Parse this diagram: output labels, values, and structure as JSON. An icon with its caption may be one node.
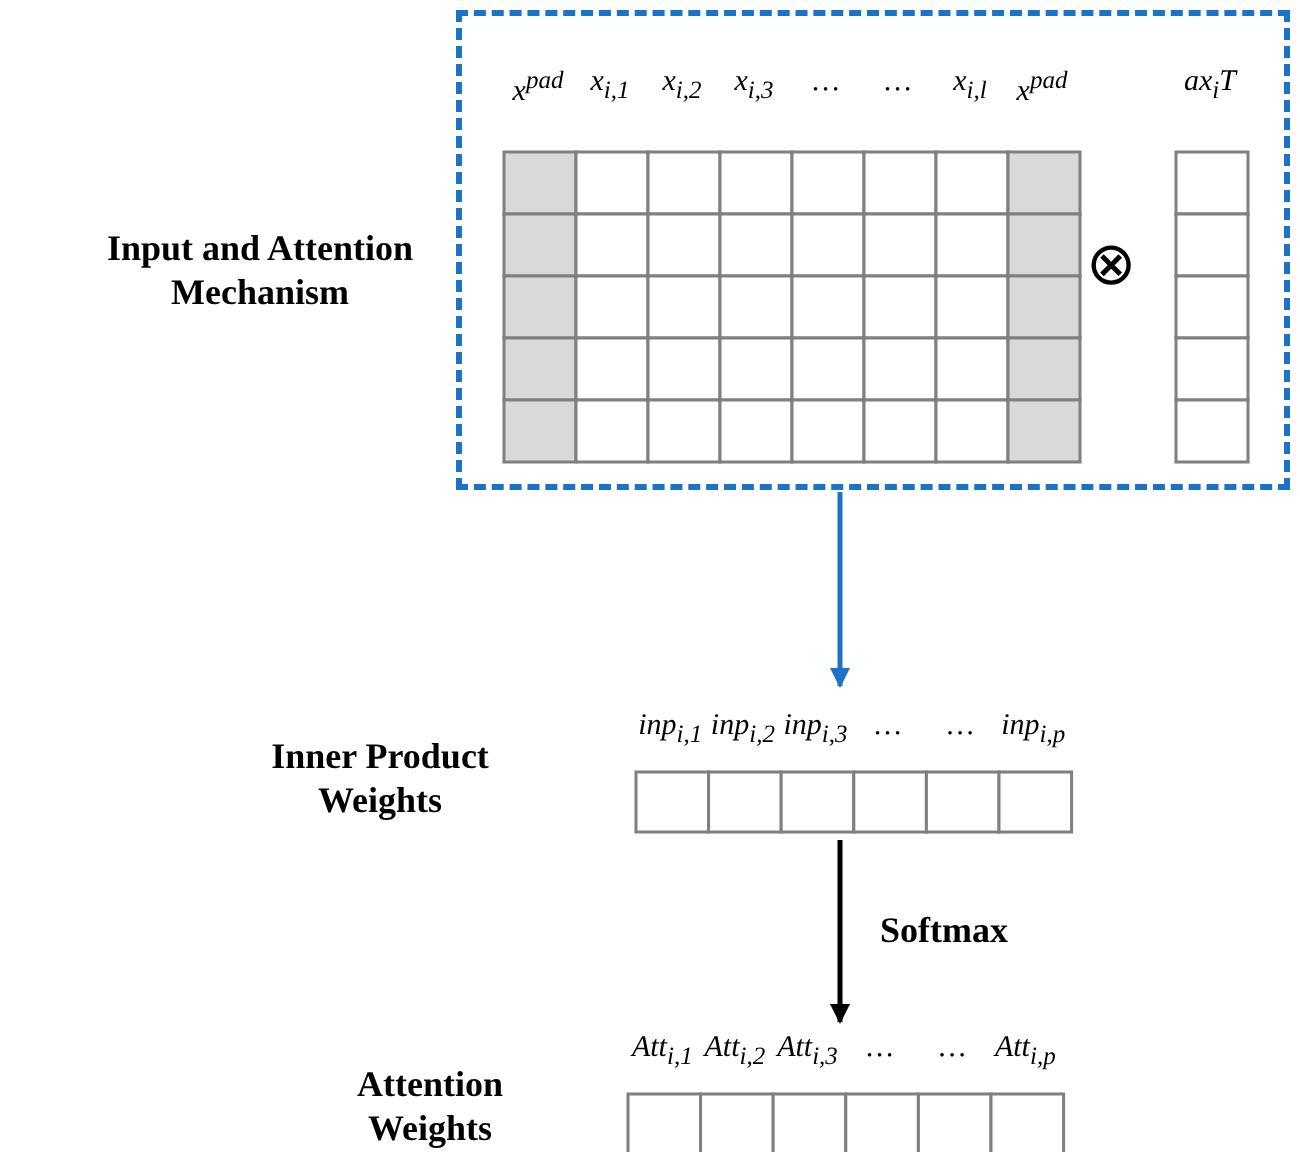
{
  "diagram": {
    "nodes": [
      {
        "text": [
          "Input and Attention Mechanism"
        ]
      },
      {
        "text": [
          "x$^{pad}$",
          "x$_{i,1}$",
          "x$_{i,2}$",
          "x$_{i,3}$",
          "…",
          "…",
          "x$_{i,l}$",
          "x$^{pad}$"
        ],
        "in": 0
      },
      {
        "text": [
          "ax$_{i}$T"
        ],
        "in": 0
      },
      {
        "text": [
          "Inner Product Weights",
          "inp$_{i,1}$",
          "inp$_{i,2}$",
          "inp$_{i,3}$",
          "…",
          "…",
          "inp$_{i,p}$"
        ]
      },
      {
        "text": [
          "Attention Weights",
          "Att$_{i,1}$",
          "Att$_{i,2}$",
          "Att$_{i,3}$",
          "…",
          "…",
          "Att$_{i,p}$"
        ]
      }
    ],
    "edges": [
      {
        "from": 0,
        "to": 3,
        "arrow": "to",
        "color": "#1a73c6"
      },
      {
        "from": 3,
        "to": 4,
        "arrow": "to",
        "label": "Softmax",
        "color": "#000000"
      }
    ],
    "labels": [
      "⊗"
    ]
  }
}
